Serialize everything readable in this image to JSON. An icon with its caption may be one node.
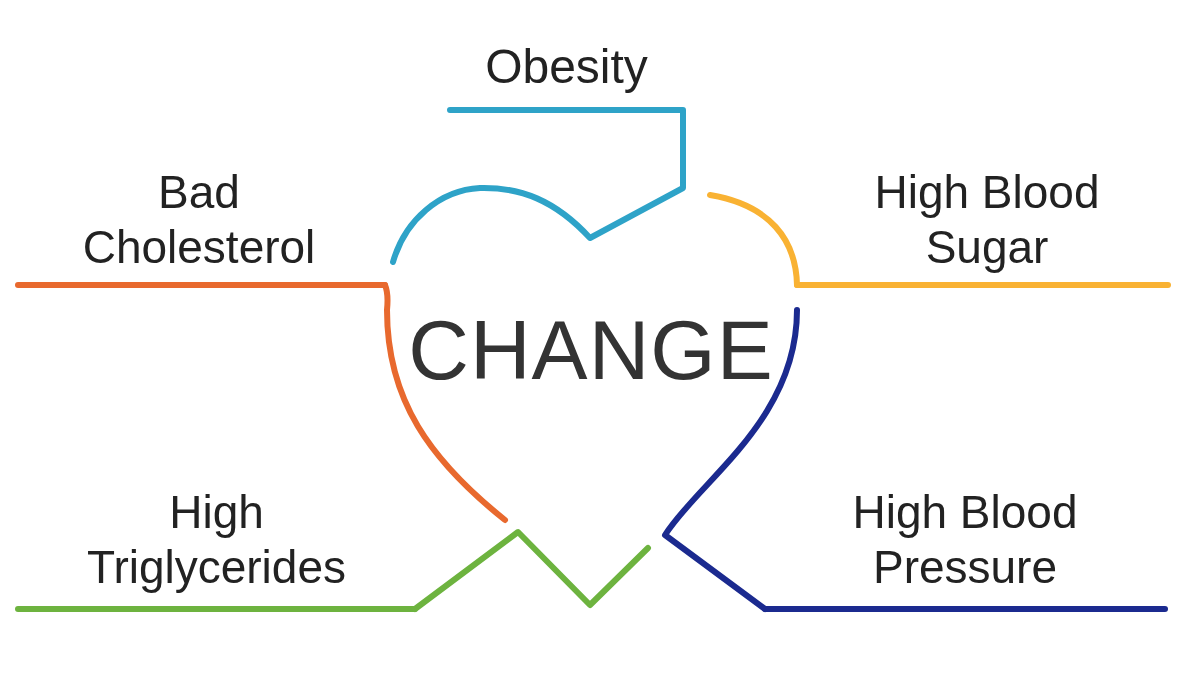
{
  "diagram": {
    "nodes": [
      {
        "text": [
          "Obesity"
        ]
      },
      {
        "text": [
          "Bad Cholesterol"
        ]
      },
      {
        "text": [
          "High Blood Sugar"
        ]
      },
      {
        "text": [
          "CHANGE"
        ]
      },
      {
        "text": [
          "High Triglycerides"
        ]
      },
      {
        "text": [
          "High Blood Pressure"
        ]
      }
    ],
    "edges": [
      {
        "from": 0,
        "to": 3,
        "arrow": "none",
        "color": "#2ea3c8"
      },
      {
        "from": 1,
        "to": 3,
        "arrow": "none",
        "color": "#e8692e"
      },
      {
        "from": 2,
        "to": 3,
        "arrow": "none",
        "color": "#f9b233"
      },
      {
        "from": 4,
        "to": 3,
        "arrow": "none",
        "color": "#6db33f"
      },
      {
        "from": 5,
        "to": 3,
        "arrow": "none",
        "color": "#1b2a8f"
      }
    ]
  }
}
